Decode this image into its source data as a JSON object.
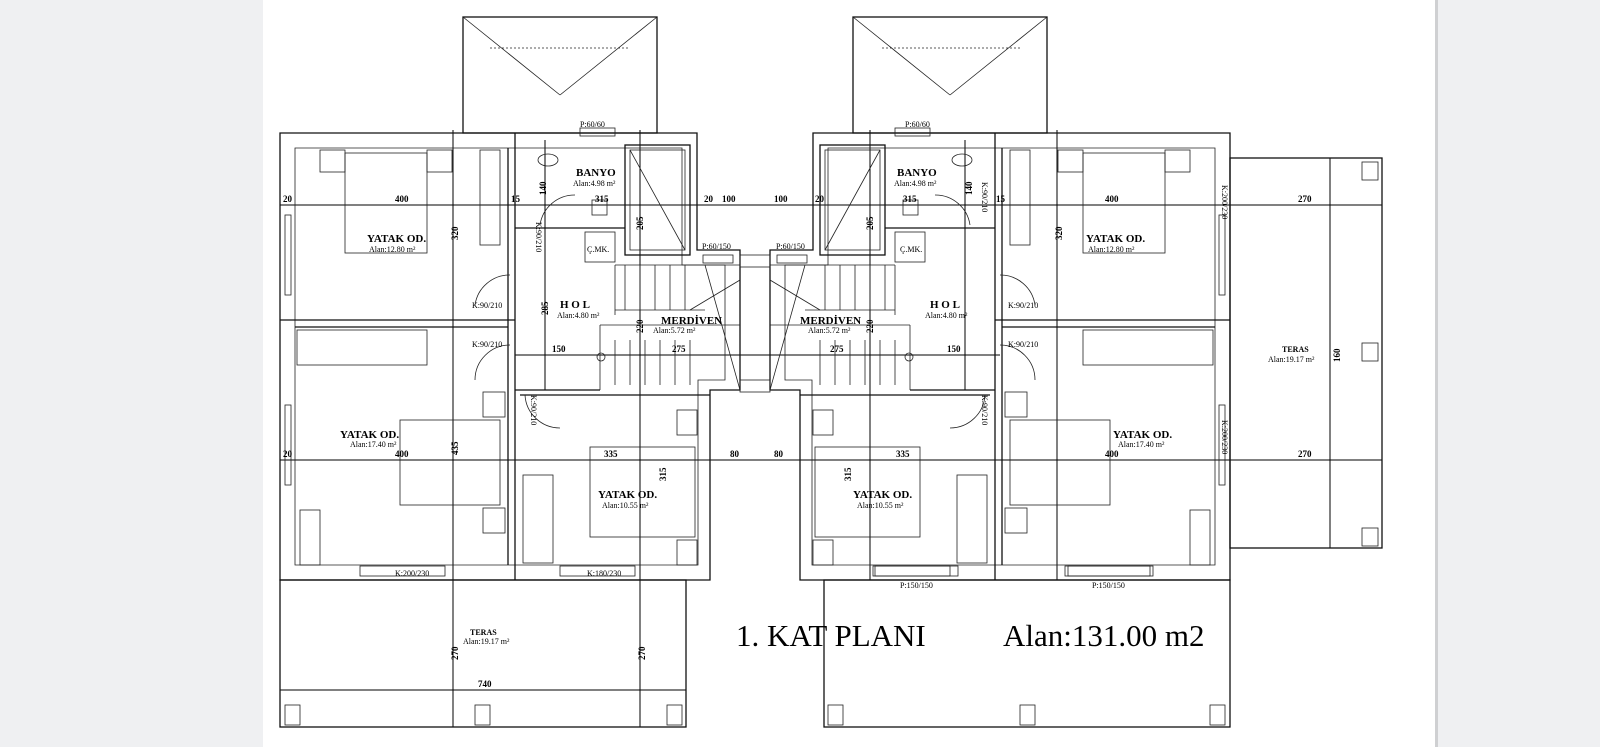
{
  "plan": {
    "title": "1. KAT PLANI",
    "total_area": "Alan:131.00 m2",
    "left_unit": {
      "bath_window": "P:60/60",
      "bath": {
        "name": "BANYO",
        "area": "Alan:4.98 m²"
      },
      "bedroom_top": {
        "name": "YATAK OD.",
        "area": "Alan:12.80 m²"
      },
      "laundry": "Ç.MK.",
      "hall": {
        "name": "H O L",
        "area": "Alan:4.80 m²"
      },
      "stairs": {
        "name": "MERDİVEN",
        "area": "Alan:5.72 m²"
      },
      "stair_window": "P:60/150",
      "door_1": "K:90/210",
      "door_2": "K:90/210",
      "door_bath": "K:90/210",
      "door_small": "K:90/210",
      "bedroom_large": {
        "name": "YATAK OD.",
        "area": "Alan:17.40 m²"
      },
      "bedroom_small": {
        "name": "YATAK OD.",
        "area": "Alan:10.55 m²"
      },
      "door_terrace_1": "K:200/230",
      "door_terrace_2": "K:180/230",
      "terrace": {
        "name": "TERAS",
        "area": "Alan:19.17 m²"
      }
    },
    "right_unit": {
      "bath_window": "P:60/60",
      "bath": {
        "name": "BANYO",
        "area": "Alan:4.98 m²"
      },
      "bedroom_top": {
        "name": "YATAK OD.",
        "area": "Alan:12.80 m²"
      },
      "laundry": "Ç.MK.",
      "hall": {
        "name": "H O L",
        "area": "Alan:4.80 m²"
      },
      "stairs": {
        "name": "MERDİVEN",
        "area": "Alan:5.72 m²"
      },
      "stair_window": "P:60/150",
      "door_1": "K:90/210",
      "door_2": "K:90/210",
      "door_bath": "K:90/210",
      "door_small": "K:90/210",
      "bedroom_large": {
        "name": "YATAK OD.",
        "area": "Alan:17.40 m²"
      },
      "bedroom_small": {
        "name": "YATAK OD.",
        "area": "Alan:10.55 m²"
      },
      "door_terrace_1": "K:200/230",
      "door_terrace_2": "K:200/230",
      "window_1": "P:150/150",
      "window_2": "P:150/150",
      "terrace": {
        "name": "TERAS",
        "area": "Alan:19.17 m²"
      }
    },
    "dims": {
      "d20": "20",
      "d15": "15",
      "d400": "400",
      "d320": "320",
      "d140": "140",
      "d315": "315",
      "d205": "205",
      "d100": "100",
      "d285": "285",
      "d220": "220",
      "d150": "150",
      "d275": "275",
      "d435": "435",
      "d335": "335",
      "d80": "80",
      "d270": "270",
      "d740": "740",
      "d160": "160"
    }
  }
}
